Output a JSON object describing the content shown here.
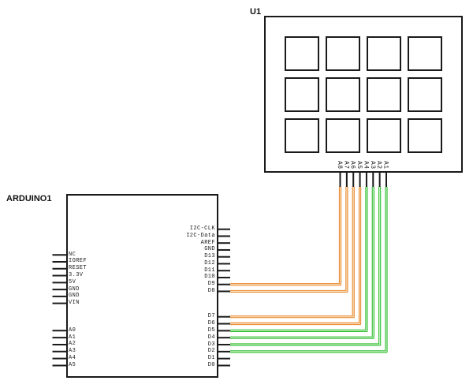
{
  "palette": {
    "stroke": "#1a1a1a",
    "orange": "#E8872B",
    "orange_core": "#FAE4C6",
    "green": "#2DBE2D",
    "green_core": "#D8F4D8"
  },
  "keypad": {
    "designator": "U1",
    "button_rows": 3,
    "button_cols": 4,
    "pin_labels": [
      "A8",
      "A7",
      "A6",
      "A5",
      "A4",
      "A3",
      "A2",
      "A1"
    ]
  },
  "arduino": {
    "designator": "ARDUINO1",
    "left_pins_top": [
      "NC",
      "IOREF",
      "RESET",
      "3.3V",
      "5V",
      "GND",
      "GND",
      "VIN"
    ],
    "left_pins_bottom": [
      "A0",
      "A1",
      "A2",
      "A3",
      "A4",
      "A5"
    ],
    "right_pins_top": [
      "I2C-CLK",
      "I2C-Data",
      "AREF",
      "GND",
      "D13",
      "D12",
      "D11",
      "D10",
      "D9",
      "D8"
    ],
    "right_pins_bottom": [
      "D7",
      "D6",
      "D5",
      "D4",
      "D3",
      "D2",
      "D1",
      "D0"
    ]
  },
  "wires": [
    {
      "from": "D9",
      "to": "A8",
      "color": "orange"
    },
    {
      "from": "D8",
      "to": "A7",
      "color": "orange"
    },
    {
      "from": "D7",
      "to": "A6",
      "color": "orange"
    },
    {
      "from": "D6",
      "to": "A5",
      "color": "orange"
    },
    {
      "from": "D5",
      "to": "A4",
      "color": "green"
    },
    {
      "from": "D4",
      "to": "A3",
      "color": "green"
    },
    {
      "from": "D3",
      "to": "A2",
      "color": "green"
    },
    {
      "from": "D2",
      "to": "A1",
      "color": "green"
    }
  ]
}
